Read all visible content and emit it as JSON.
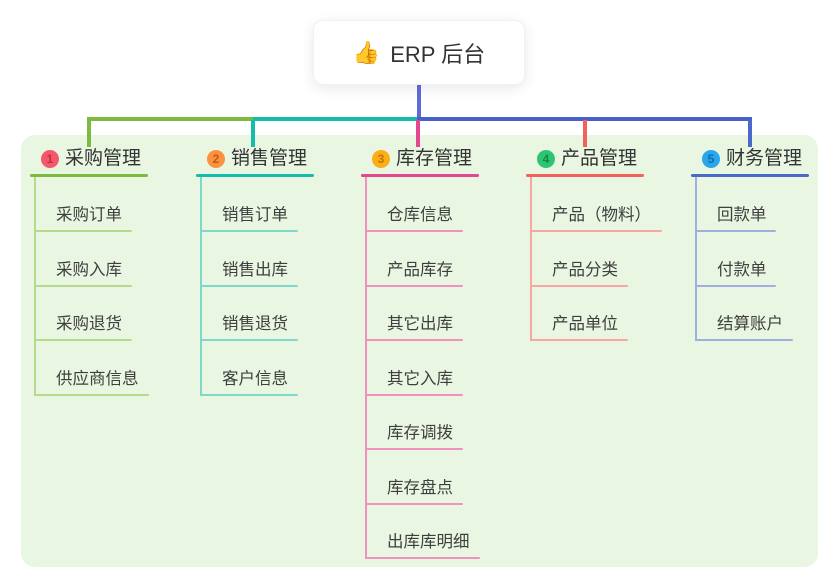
{
  "root": {
    "icon": "👍",
    "label": "ERP 后台"
  },
  "canvas": {
    "background": "#ffffff",
    "panel_background": "#e8f6e2",
    "root_drop_color": "#5e6bd8",
    "trunk_segment_colors": [
      "#7dba41",
      "#14bcab",
      "#4a60c8"
    ]
  },
  "branches": [
    {
      "number": "1",
      "title": "采购管理",
      "badge_color": "#f4596a",
      "badge_digit_color": "#bf2f47",
      "line_color": "#7dba41",
      "child_line_color": "#b5da8d",
      "children": [
        "采购订单",
        "采购入库",
        "采购退货",
        "供应商信息"
      ]
    },
    {
      "number": "2",
      "title": "销售管理",
      "badge_color": "#fb923f",
      "badge_digit_color": "#c3590f",
      "line_color": "#14bcab",
      "child_line_color": "#80d8cb",
      "children": [
        "销售订单",
        "销售出库",
        "销售退货",
        "客户信息"
      ]
    },
    {
      "number": "3",
      "title": "库存管理",
      "badge_color": "#fcae17",
      "badge_digit_color": "#bd7607",
      "line_color": "#e2478f",
      "child_line_color": "#f191bf",
      "children": [
        "仓库信息",
        "产品库存",
        "其它出库",
        "其它入库",
        "库存调拨",
        "库存盘点",
        "出库库明细"
      ]
    },
    {
      "number": "4",
      "title": "产品管理",
      "badge_color": "#2ec572",
      "badge_digit_color": "#15854a",
      "line_color": "#f4605c",
      "child_line_color": "#f8a6a3",
      "children": [
        "产品（物料）",
        "产品分类",
        "产品单位"
      ]
    },
    {
      "number": "5",
      "title": "财务管理",
      "badge_color": "#2aa6ea",
      "badge_digit_color": "#0e6fb0",
      "line_color": "#4a69c8",
      "child_line_color": "#9fb0e0",
      "children": [
        "回款单",
        "付款单",
        "结算账户"
      ]
    }
  ]
}
